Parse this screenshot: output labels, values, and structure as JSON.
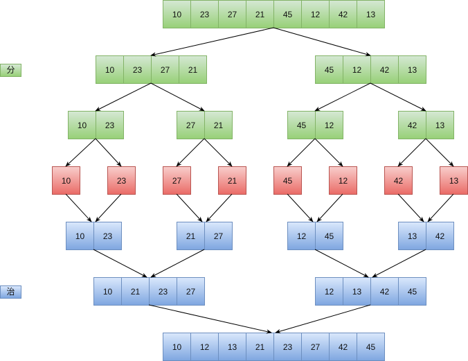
{
  "labels": {
    "divide": "分",
    "conquer": "治"
  },
  "colors": {
    "green": {
      "top": "#d5e8d4",
      "bottom": "#97d077",
      "stroke": "#82b366"
    },
    "red": {
      "top": "#f8cecc",
      "bottom": "#ea6b66",
      "stroke": "#b85450"
    },
    "blue": {
      "top": "#dae8fc",
      "bottom": "#7ea6e0",
      "stroke": "#6c8ebf"
    }
  },
  "rows": [
    {
      "color": "green",
      "groups": [
        [
          "10",
          "23",
          "27",
          "21",
          "45",
          "12",
          "42",
          "13"
        ]
      ]
    },
    {
      "color": "green",
      "groups": [
        [
          "10",
          "23",
          "27",
          "21"
        ],
        [
          "45",
          "12",
          "42",
          "13"
        ]
      ]
    },
    {
      "color": "green",
      "groups": [
        [
          "10",
          "23"
        ],
        [
          "27",
          "21"
        ],
        [
          "45",
          "12"
        ],
        [
          "42",
          "13"
        ]
      ]
    },
    {
      "color": "red",
      "groups": [
        [
          "10"
        ],
        [
          "23"
        ],
        [
          "27"
        ],
        [
          "21"
        ],
        [
          "45"
        ],
        [
          "12"
        ],
        [
          "42"
        ],
        [
          "13"
        ]
      ]
    },
    {
      "color": "blue",
      "groups": [
        [
          "10",
          "23"
        ],
        [
          "21",
          "27"
        ],
        [
          "12",
          "45"
        ],
        [
          "13",
          "42"
        ]
      ]
    },
    {
      "color": "blue",
      "groups": [
        [
          "10",
          "21",
          "23",
          "27"
        ],
        [
          "12",
          "13",
          "42",
          "45"
        ]
      ]
    },
    {
      "color": "blue",
      "groups": [
        [
          "10",
          "12",
          "13",
          "21",
          "23",
          "27",
          "42",
          "45"
        ]
      ]
    }
  ]
}
